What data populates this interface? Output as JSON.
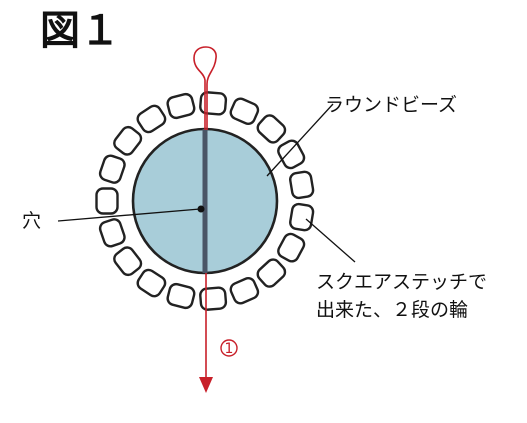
{
  "figure": {
    "title": "図１",
    "labels": {
      "round_beads": "ラウンドビーズ",
      "hole": "穴",
      "ring_line1": "スクエアステッチで",
      "ring_line2": "出来た、２段の輪"
    },
    "step_marker": "1",
    "colors": {
      "bead_center": "#a8cdd9",
      "bead_outline": "#222222",
      "hole_line": "#4a5566",
      "thread": "#c8202a"
    },
    "small_bead_count": 19
  }
}
